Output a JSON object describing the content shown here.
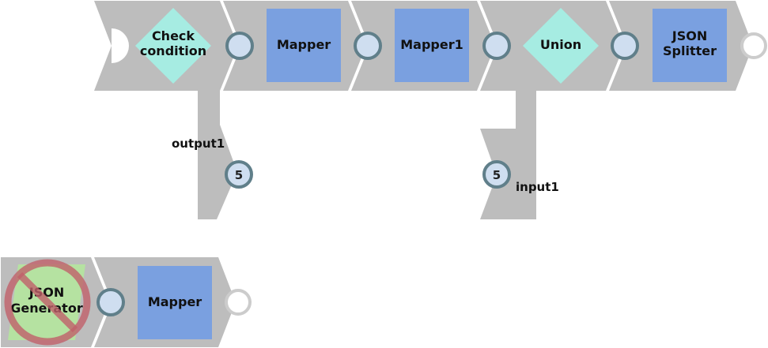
{
  "colors": {
    "track": "#bdbdbd",
    "snap_blue": "#7aa0e0",
    "snap_teal": "#a6ece2",
    "snap_green": "#b5e2a1",
    "port_fill": "#cfdef0",
    "port_ring": "#607f8a",
    "end_port_ring": "#cccccc",
    "disabled_red": "#c0606a",
    "label_text": "#111111",
    "disabled_text": "#555555"
  },
  "pipeline_top": {
    "snaps": [
      {
        "id": "check",
        "line1": "Check",
        "line2": "condition",
        "shape": "diamond",
        "color": "teal"
      },
      {
        "id": "mapper",
        "line1": "Mapper",
        "line2": "",
        "shape": "square",
        "color": "blue"
      },
      {
        "id": "mapper1",
        "line1": "Mapper1",
        "line2": "",
        "shape": "square",
        "color": "blue"
      },
      {
        "id": "union",
        "line1": "Union",
        "line2": "",
        "shape": "diamond",
        "color": "teal"
      },
      {
        "id": "splitter",
        "line1": "JSON",
        "line2": "Splitter",
        "shape": "square",
        "color": "blue"
      }
    ],
    "branch_output": {
      "label": "output1",
      "badge": "5"
    },
    "branch_input": {
      "label": "input1",
      "badge": "5"
    }
  },
  "pipeline_bottom": {
    "disabled_snap": {
      "line1": "JSON",
      "line2": "Generator",
      "disabled": true
    },
    "snap": {
      "line1": "Mapper",
      "line2": ""
    }
  }
}
